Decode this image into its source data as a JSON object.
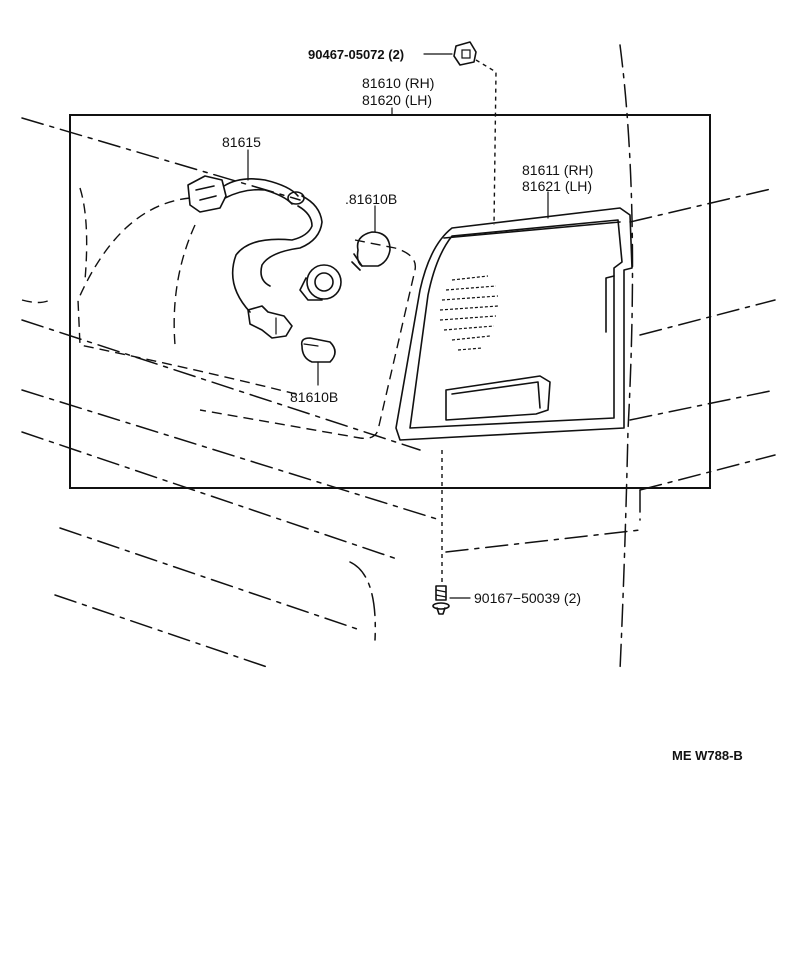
{
  "labels": {
    "clip_part": "90467-05072 (2)",
    "lamp_rh": "81610 (RH)",
    "lamp_lh": "81620 (LH)",
    "socket_wire": "81615",
    "bulb_upper": ".81610B",
    "bulb_lower": "81610B",
    "lens_rh": "81611 (RH)",
    "lens_lh": "81621 (LH)",
    "screw_part": "90167−50039 (2)",
    "ref_code": "ME  W788-B"
  }
}
